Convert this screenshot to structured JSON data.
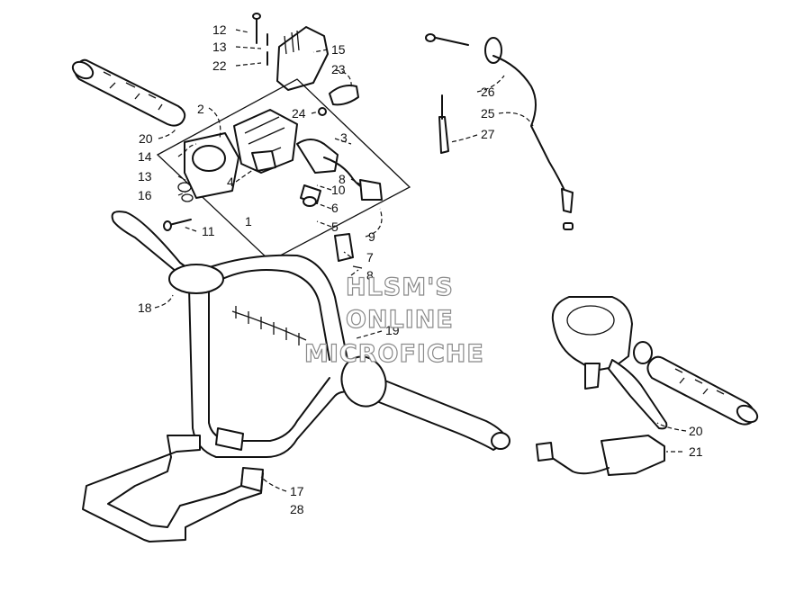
{
  "watermark": {
    "line1": "HLSM'S",
    "line2": "ONLINE",
    "line3": "MICROFICHE"
  },
  "callouts": {
    "c12": "12",
    "c13a": "13",
    "c22": "22",
    "c15": "15",
    "c23": "23",
    "c2": "2",
    "c24": "24",
    "c3": "3",
    "c20a": "20",
    "c14": "14",
    "c13b": "13",
    "c16": "16",
    "c4": "4",
    "c10": "10",
    "c8a": "8",
    "c6": "6",
    "c5": "5",
    "c11": "11",
    "c1": "1",
    "c9": "9",
    "c7": "7",
    "c8b": "8",
    "c18": "18",
    "c19": "19",
    "c17": "17",
    "c28": "28",
    "c26": "26",
    "c25": "25",
    "c27": "27",
    "c20b": "20",
    "c21": "21"
  }
}
